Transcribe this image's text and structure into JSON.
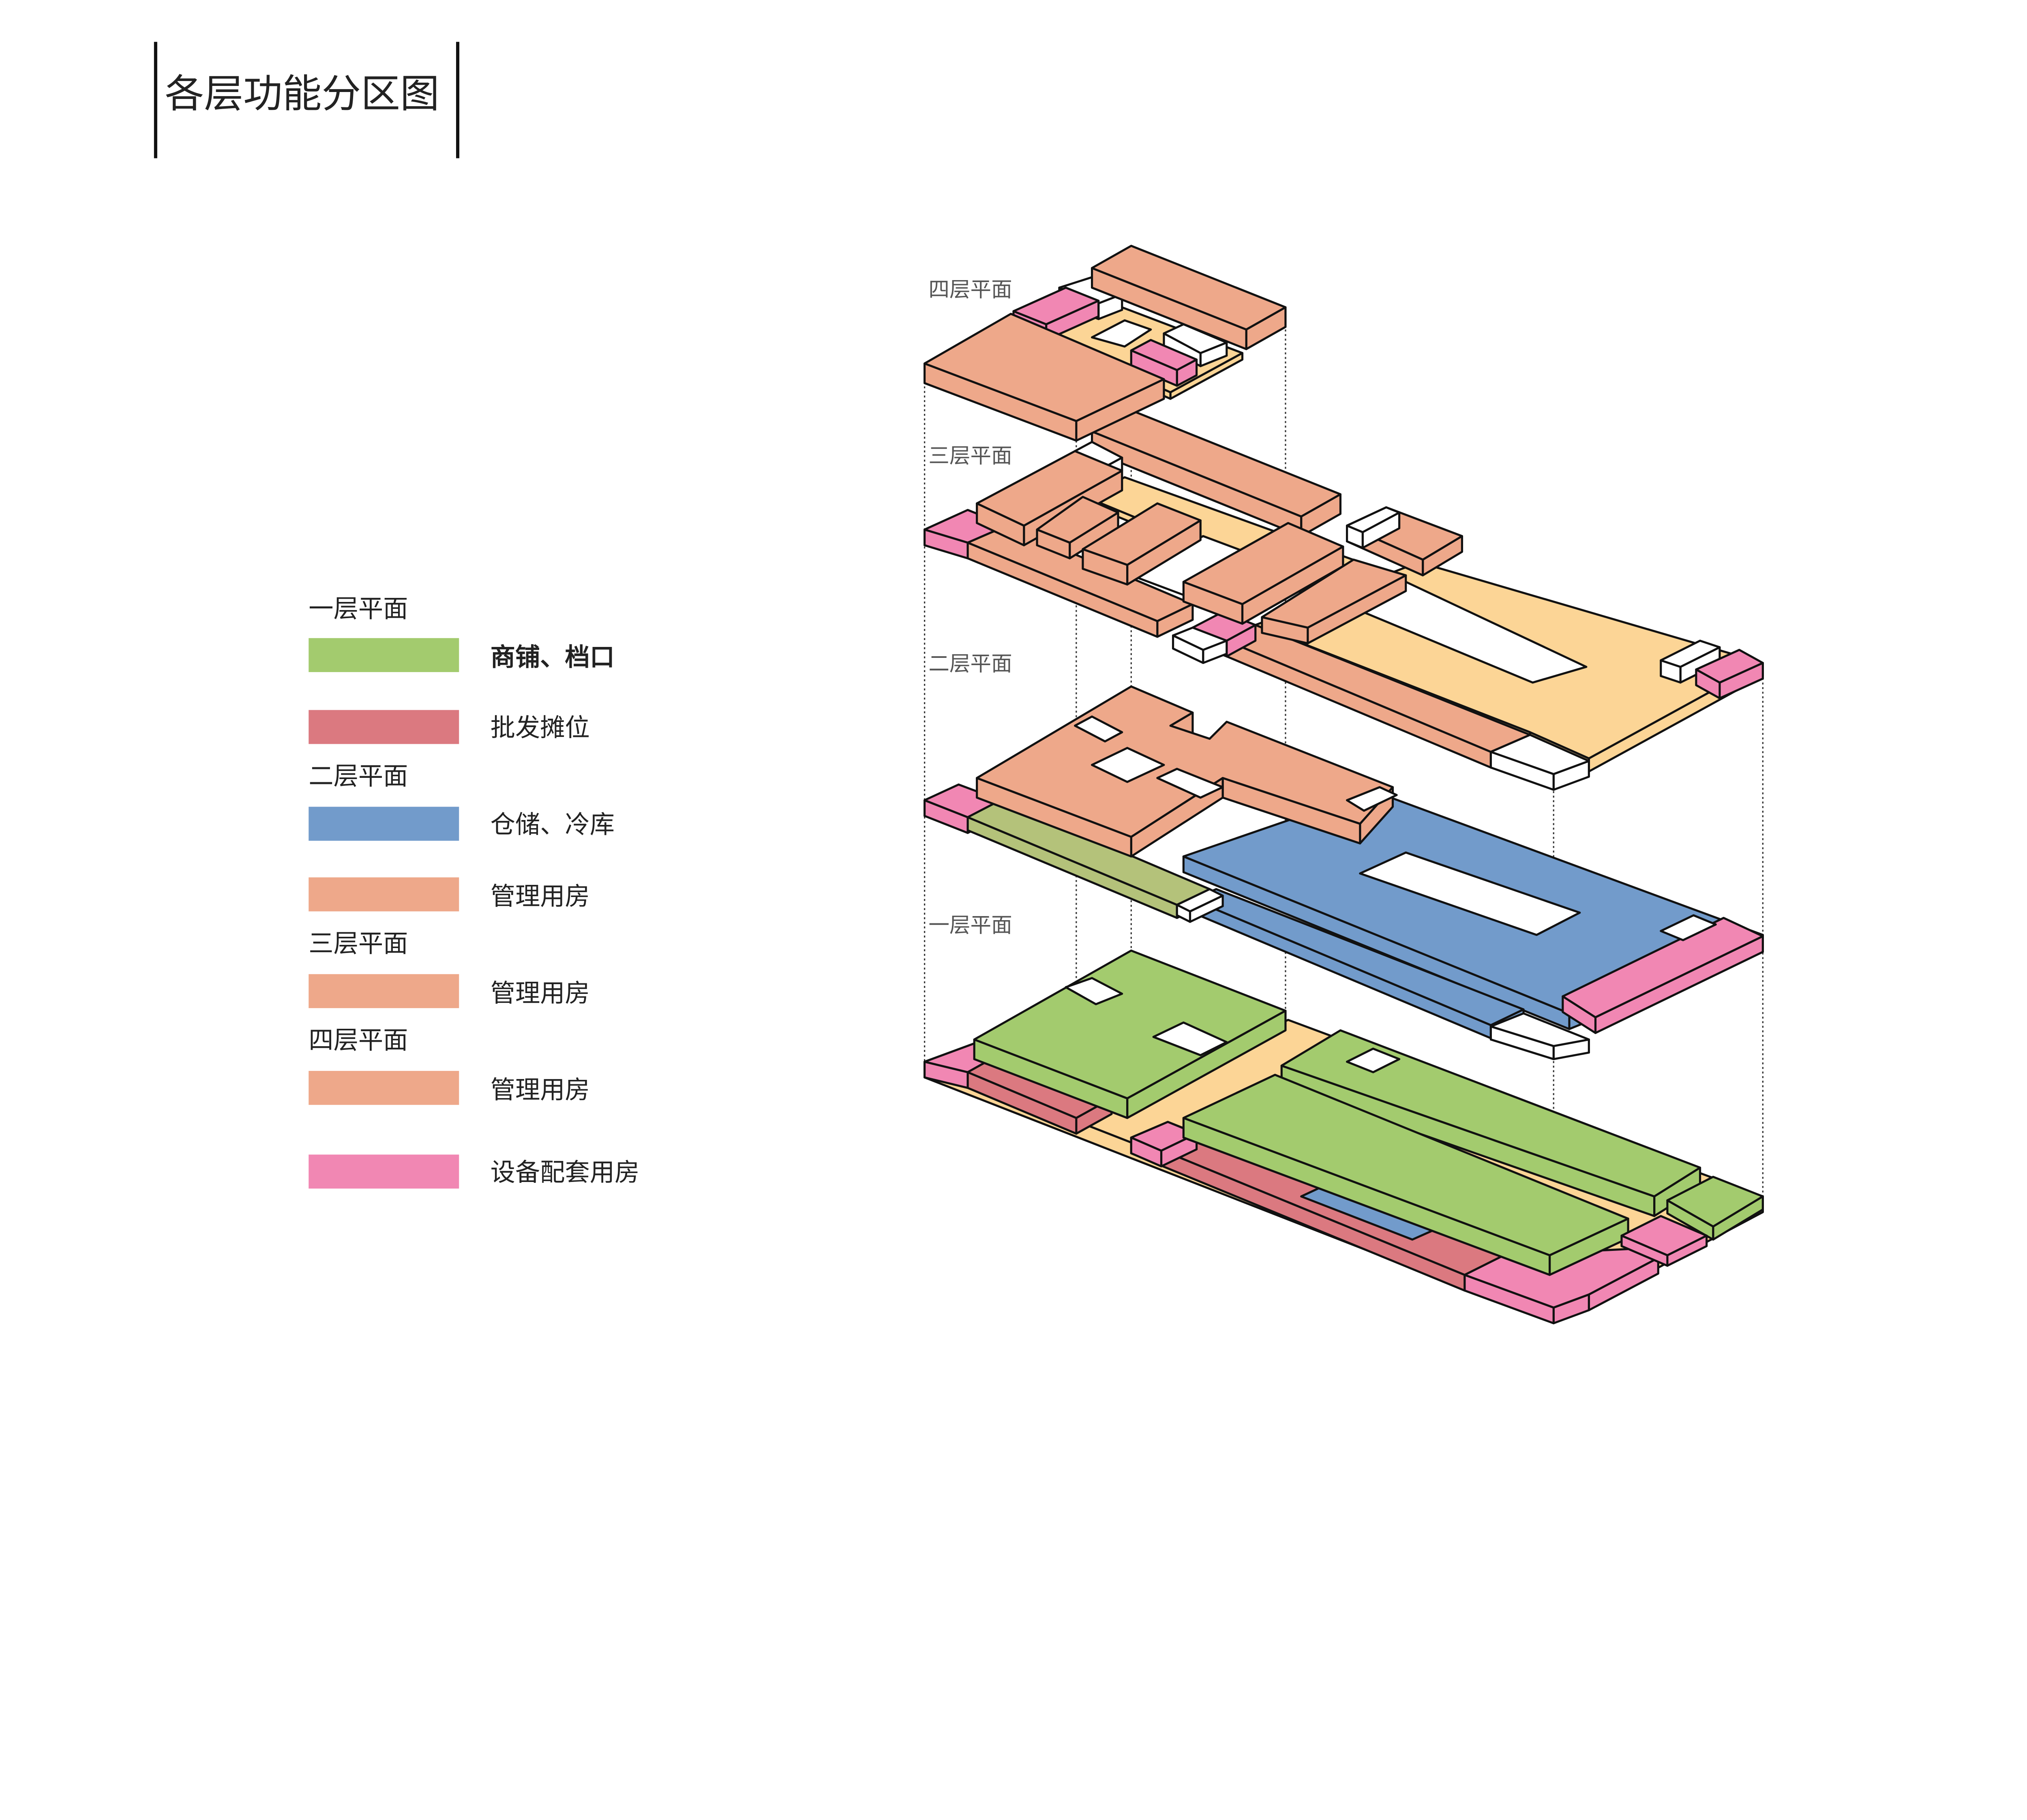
{
  "title": "各层功能分区图",
  "floor_labels": {
    "f4": "四层平面",
    "f3": "三层平面",
    "f2": "二层平面",
    "f1": "一层平面"
  },
  "legend": {
    "sections": [
      {
        "heading": "一层平面",
        "items": [
          {
            "label": "商铺、档口",
            "color": "#A3CB6E"
          },
          {
            "label": "批发摊位",
            "color": "#DB7980"
          }
        ]
      },
      {
        "heading": "二层平面",
        "items": [
          {
            "label": "仓储、冷库",
            "color": "#729BCB"
          },
          {
            "label": "管理用房",
            "color": "#EEA88A"
          }
        ]
      },
      {
        "heading": "三层平面",
        "items": [
          {
            "label": "管理用房",
            "color": "#EEA88A"
          }
        ]
      },
      {
        "heading": "四层平面",
        "items": [
          {
            "label": "管理用房",
            "color": "#EEA88A"
          }
        ]
      }
    ],
    "extra": {
      "label": "设备配套用房",
      "color": "#F187B3"
    }
  },
  "colors": {
    "green": "#A3CB6E",
    "red": "#DB7980",
    "blue": "#729BCB",
    "orange": "#EEA88A",
    "pink": "#F187B3",
    "yellow": "#FCD596",
    "olive": "#B4C27A",
    "white": "#FFFFFF"
  }
}
